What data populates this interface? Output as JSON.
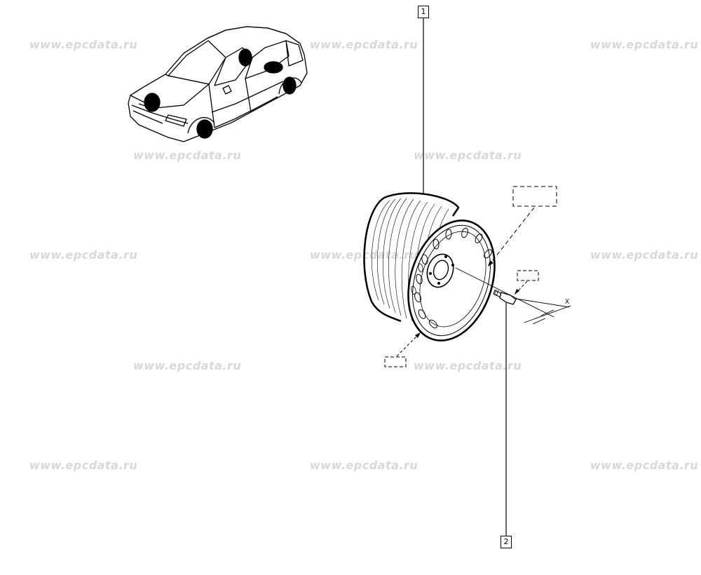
{
  "watermark": {
    "text": "www.epcdata.ru",
    "color": "#d8d8d8"
  },
  "callouts": {
    "part_1": "1",
    "part_2": "2"
  },
  "dimension": {
    "label": "X"
  },
  "icons": {
    "vehicle": "car-location-icon",
    "wheel": "steel-wheel-icon",
    "bolt": "wheel-bolt-icon"
  }
}
